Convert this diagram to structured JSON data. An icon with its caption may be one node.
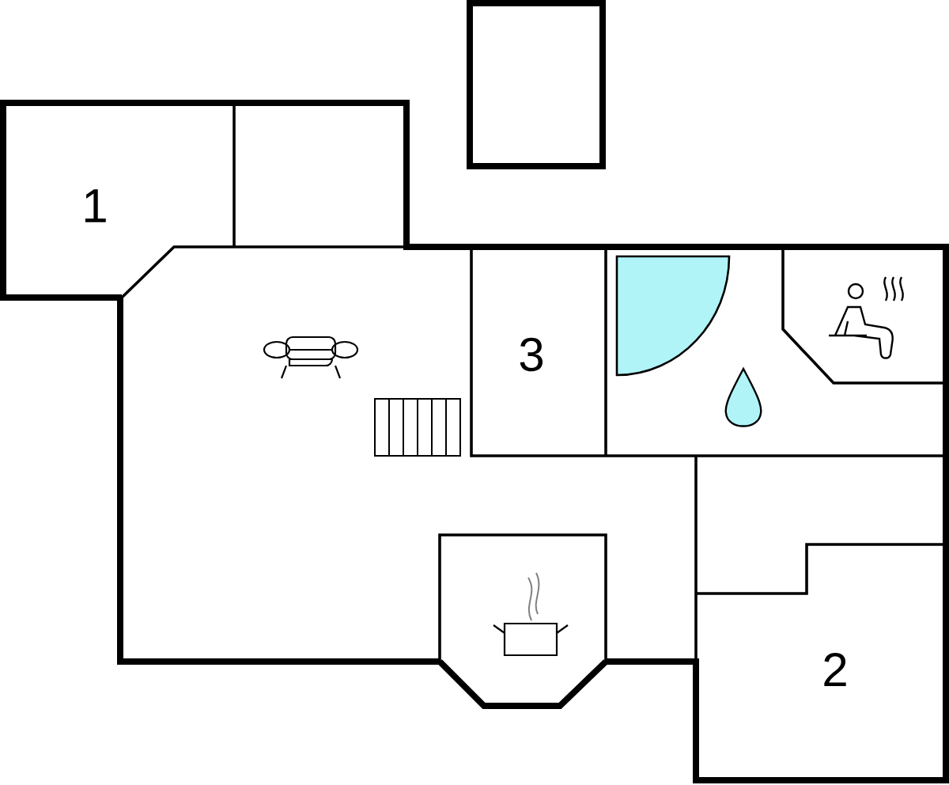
{
  "diagram": {
    "labels": [
      "1",
      "3",
      "2"
    ]
  }
}
